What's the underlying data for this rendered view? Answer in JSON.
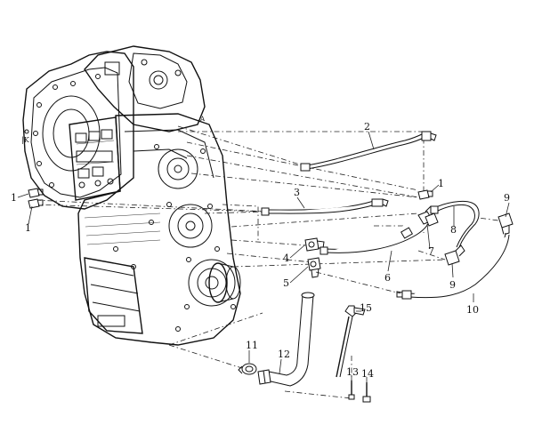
{
  "diagram": {
    "callouts": [
      {
        "id": "c1a",
        "text": "1"
      },
      {
        "id": "c1b",
        "text": "1"
      },
      {
        "id": "c1c",
        "text": "1"
      },
      {
        "id": "c2",
        "text": "2"
      },
      {
        "id": "c3",
        "text": "3"
      },
      {
        "id": "c4",
        "text": "4"
      },
      {
        "id": "c5",
        "text": "5"
      },
      {
        "id": "c6",
        "text": "6"
      },
      {
        "id": "c7",
        "text": "7"
      },
      {
        "id": "c8",
        "text": "8"
      },
      {
        "id": "c9a",
        "text": "9"
      },
      {
        "id": "c9b",
        "text": "9"
      },
      {
        "id": "c10",
        "text": "10"
      },
      {
        "id": "c11",
        "text": "11"
      },
      {
        "id": "c12",
        "text": "12"
      },
      {
        "id": "c13",
        "text": "13"
      },
      {
        "id": "c14",
        "text": "14"
      },
      {
        "id": "c15",
        "text": "15"
      }
    ]
  }
}
